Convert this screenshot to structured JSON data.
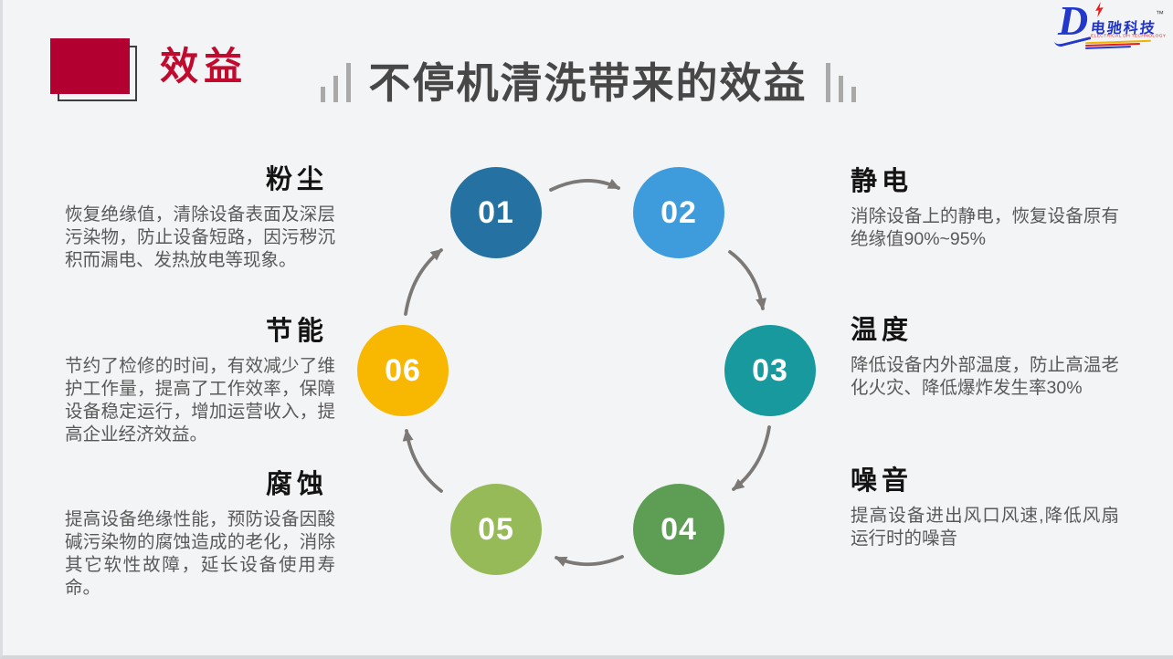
{
  "slide": {
    "bg_color": "#f3f4f6",
    "accent_red": "#b20031",
    "accent_red_text": "#c00a2e",
    "arrow_color": "#7c7875"
  },
  "header": {
    "section_label": "效益",
    "title": "不停机清洗带来的效益"
  },
  "logo": {
    "d_letter": "D",
    "brand": "电驰科技",
    "trademark": "™",
    "subtext": "ELECTRICAL DH TECHNOLOGY"
  },
  "cycle": {
    "steps": [
      {
        "number": "01",
        "color": "#2572a2"
      },
      {
        "number": "02",
        "color": "#3e9bdc"
      },
      {
        "number": "03",
        "color": "#17999e"
      },
      {
        "number": "04",
        "color": "#5d9e54"
      },
      {
        "number": "05",
        "color": "#96ba58"
      },
      {
        "number": "06",
        "color": "#f8b700"
      }
    ]
  },
  "benefits": {
    "left": [
      {
        "title": "粉尘",
        "body": "恢复绝缘值，清除设备表面及深层污染物，防止设备短路，因污秽沉积而漏电、发热放电等现象。"
      },
      {
        "title": "节能",
        "body": "节约了检修的时间，有效减少了维护工作量，提高了工作效率，保障设备稳定运行，增加运营收入，提高企业经济效益。"
      },
      {
        "title": "腐蚀",
        "body": "提高设备绝缘性能，预防设备因酸碱污染物的腐蚀造成的老化，消除其它软性故障，延长设备使用寿命。"
      }
    ],
    "right": [
      {
        "title": "静电",
        "body": "消除设备上的静电，恢复设备原有绝缘值90%~95%"
      },
      {
        "title": "温度",
        "body": "降低设备内外部温度，防止高温老化火灾、降低爆炸发生率30%"
      },
      {
        "title": "噪音",
        "body": "提高设备进出风口风速,降低风扇运行时的噪音"
      }
    ]
  }
}
